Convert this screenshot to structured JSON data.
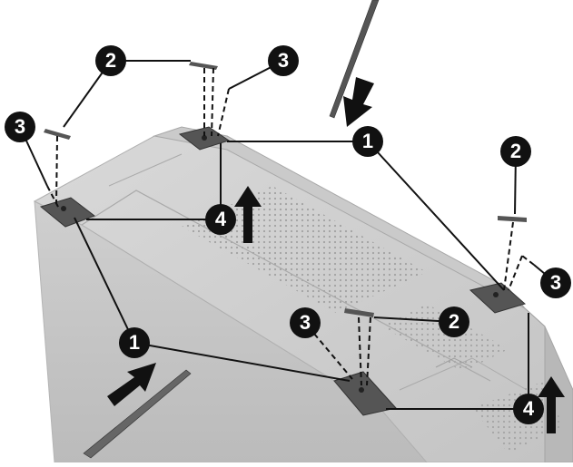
{
  "figure": {
    "description_free": true,
    "callouts": [
      {
        "id": "c1-top",
        "label": "1"
      },
      {
        "id": "c1-bottom",
        "label": "1"
      },
      {
        "id": "c2-top",
        "label": "2"
      },
      {
        "id": "c2-right",
        "label": "2"
      },
      {
        "id": "c2-middle",
        "label": "2"
      },
      {
        "id": "c3-top",
        "label": "3"
      },
      {
        "id": "c3-left",
        "label": "3"
      },
      {
        "id": "c3-right",
        "label": "3"
      },
      {
        "id": "c3-middle",
        "label": "3"
      },
      {
        "id": "c4-center",
        "label": "4"
      },
      {
        "id": "c4-bottom",
        "label": "4"
      }
    ],
    "colors": {
      "chassis_light": "#d2d2d2",
      "chassis_mid": "#bdbdbd",
      "chassis_dark": "#9a9a9a",
      "callout_fill": "#111111",
      "callout_text": "#ffffff",
      "leader_line": "#111111",
      "arrow": "#111111"
    }
  }
}
